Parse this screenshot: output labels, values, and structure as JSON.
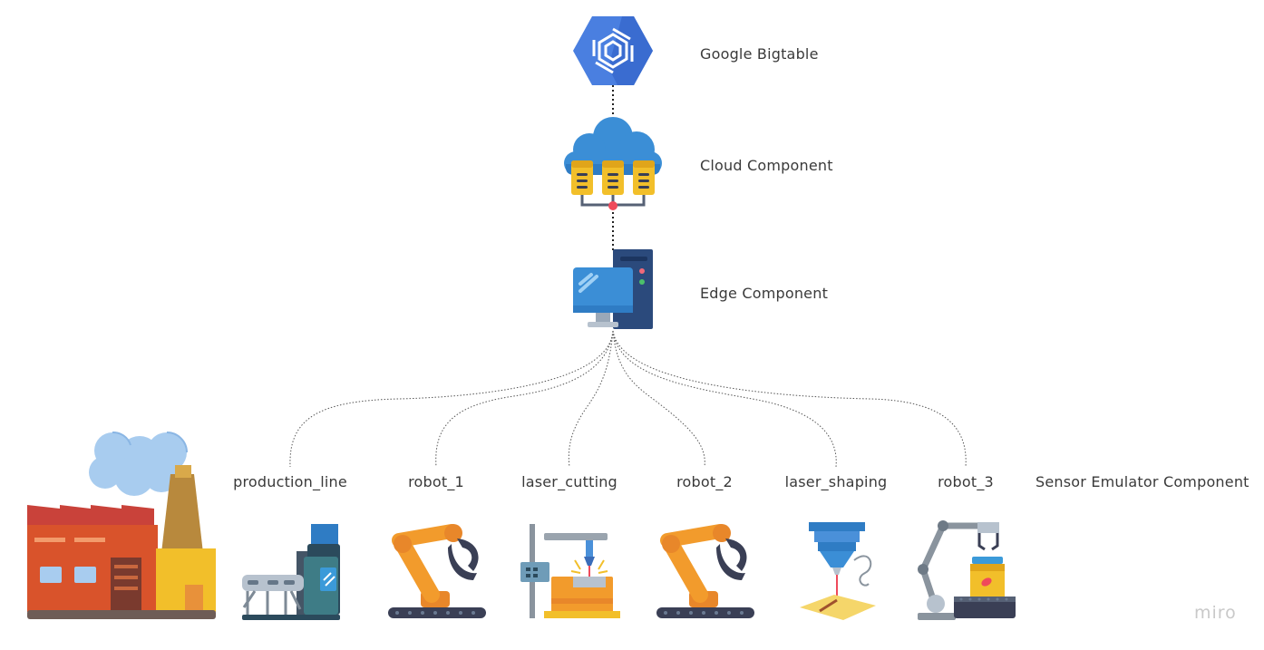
{
  "diagram": {
    "layers": {
      "storage": {
        "label": "Google Bigtable",
        "icon": "bigtable-hexagon-icon"
      },
      "cloud": {
        "label": "Cloud Component",
        "icon": "cloud-server-icon"
      },
      "edge": {
        "label": "Edge Component",
        "icon": "desktop-computer-icon"
      },
      "sensor": {
        "label": "Sensor Emulator Component",
        "icon": "factory-icon"
      }
    },
    "devices": [
      {
        "label": "production_line",
        "icon": "conveyor-machine-icon"
      },
      {
        "label": "robot_1",
        "icon": "robot-arm-icon"
      },
      {
        "label": "laser_cutting",
        "icon": "laser-cutter-icon"
      },
      {
        "label": "robot_2",
        "icon": "robot-arm-icon"
      },
      {
        "label": "laser_shaping",
        "icon": "laser-engraver-icon"
      },
      {
        "label": "robot_3",
        "icon": "robot-gripper-icon"
      }
    ],
    "brand": "miro",
    "colors": {
      "bigtable_blue": "#4a7fe0",
      "cloud_blue": "#3b8ed6",
      "server_yellow": "#f2bf2a",
      "robot_orange": "#f29b2c",
      "factory_red": "#d9532b",
      "connector": "#4a4a4a"
    }
  }
}
